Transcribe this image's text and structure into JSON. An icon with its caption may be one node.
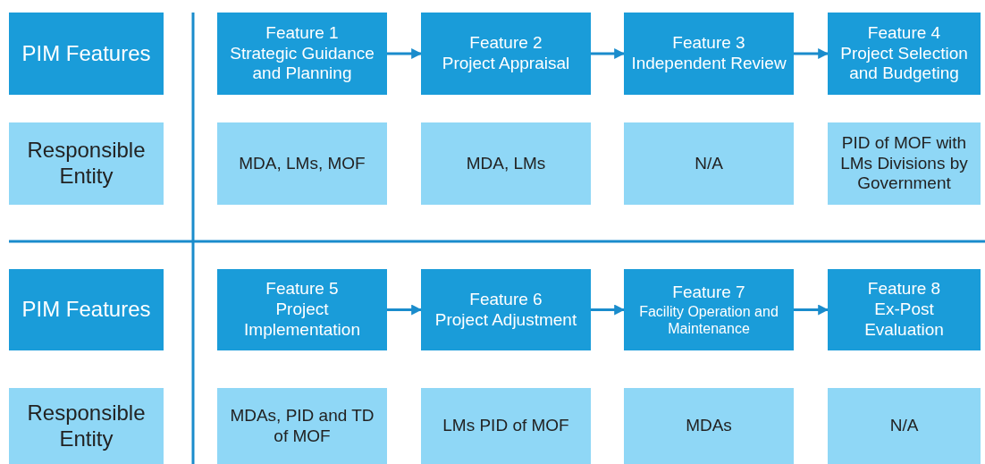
{
  "diagram": {
    "nodes": [
      {
        "text": [
          "PIM Features"
        ]
      },
      {
        "text": [
          "Feature 1",
          "Strategic Guidance and Planning"
        ]
      },
      {
        "text": [
          "Feature 2",
          "Project Appraisal"
        ]
      },
      {
        "text": [
          "Feature 3",
          "Independent Review"
        ]
      },
      {
        "text": [
          "Feature 4",
          "Project Selection and Budgeting"
        ]
      },
      {
        "text": [
          "Responsible Entity"
        ]
      },
      {
        "text": [
          "MDA, LMs, MOF"
        ]
      },
      {
        "text": [
          "MDA, LMs"
        ]
      },
      {
        "text": [
          "N/A"
        ]
      },
      {
        "text": [
          "PID of MOF with LMs Divisions by Government"
        ]
      },
      {
        "text": [
          "PIM Features"
        ]
      },
      {
        "text": [
          "Feature 5",
          "Project Implementation"
        ]
      },
      {
        "text": [
          "Feature 6",
          "Project Adjustment"
        ]
      },
      {
        "text": [
          "Feature 7",
          "Facility Operation and Maintenance"
        ]
      },
      {
        "text": [
          "Feature 8",
          "Ex-Post Evaluation"
        ]
      },
      {
        "text": [
          "Responsible Entity"
        ]
      },
      {
        "text": [
          "MDAs, PID and TD of MOF"
        ]
      },
      {
        "text": [
          "LMs PID of MOF"
        ]
      },
      {
        "text": [
          "MDAs"
        ]
      },
      {
        "text": [
          "N/A"
        ]
      }
    ],
    "edges": [
      {
        "from": 1,
        "to": 2,
        "arrow": "to"
      },
      {
        "from": 2,
        "to": 3,
        "arrow": "to"
      },
      {
        "from": 3,
        "to": 4,
        "arrow": "to"
      },
      {
        "from": 11,
        "to": 12,
        "arrow": "to"
      },
      {
        "from": 12,
        "to": 13,
        "arrow": "to"
      },
      {
        "from": 13,
        "to": 14,
        "arrow": "to"
      }
    ]
  }
}
